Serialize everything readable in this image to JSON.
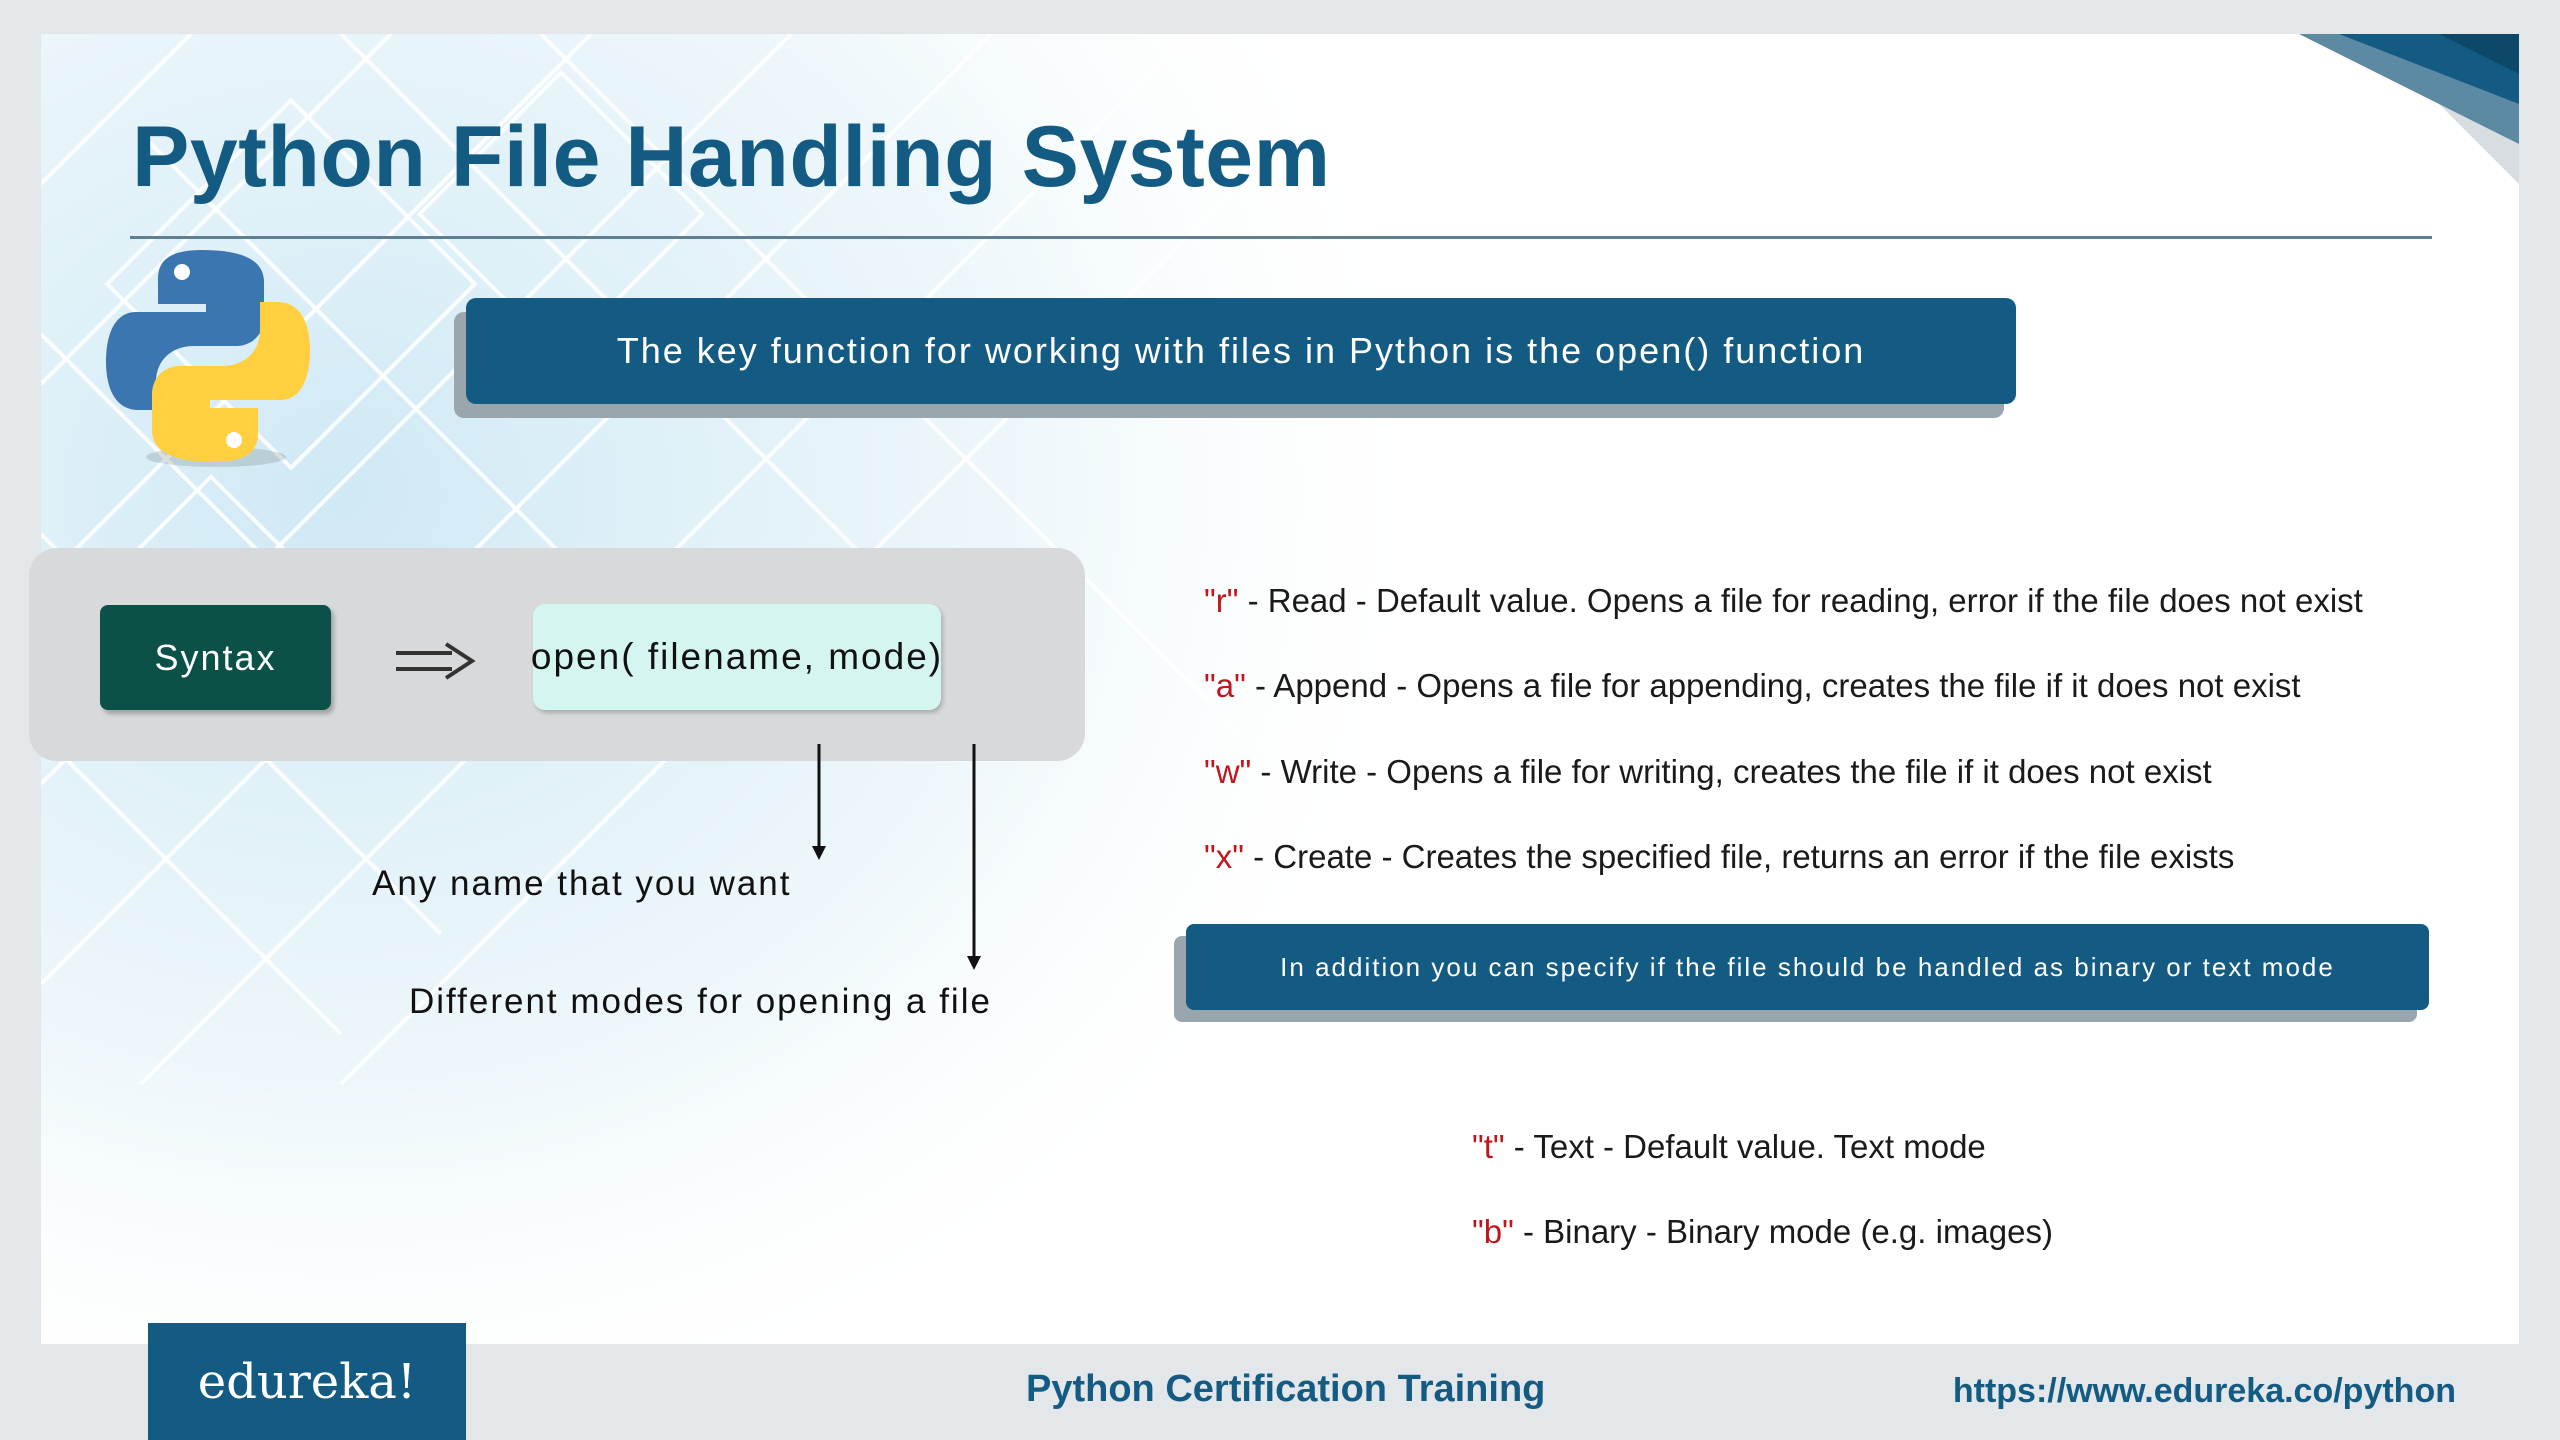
{
  "title": "Python File Handling System",
  "key_function_banner": "The key function for working with files in Python is the open() function",
  "syntax": {
    "label": "Syntax",
    "code": "open( filename, mode)",
    "filename_note": "Any name that you want",
    "mode_note": "Different modes for opening a file"
  },
  "modes": [
    {
      "key": "\"r\"",
      "text": " - Read - Default value. Opens a file for reading, error if the file does not exist"
    },
    {
      "key": "\"a\"",
      "text": " - Append - Opens a file for appending, creates the file if it does not exist"
    },
    {
      "key": "\"w\"",
      "text": " - Write - Opens a file for writing, creates the file if it does not exist"
    },
    {
      "key": "\"x\"",
      "text": " - Create - Creates the specified file, returns an error if the file exists"
    }
  ],
  "binary_banner": "In addition you can specify if the file should be handled as binary or text mode",
  "file_modes": [
    {
      "key": "\"t\"",
      "text": " - Text - Default value. Text mode"
    },
    {
      "key": "\"b\"",
      "text": " - Binary - Binary mode (e.g. images)"
    }
  ],
  "footer": {
    "brand": "edureka!",
    "course": "Python Certification Training",
    "url": "https://www.edureka.co/python"
  },
  "colors": {
    "primary": "#135b82",
    "syntax_label": "#0c5147",
    "code_bg": "#d5f5f1",
    "mode_key": "#c0161d",
    "panel": "#d7d9da"
  },
  "icons": {
    "logo": "python-logo-icon",
    "arrow": "double-right-arrow-icon"
  }
}
